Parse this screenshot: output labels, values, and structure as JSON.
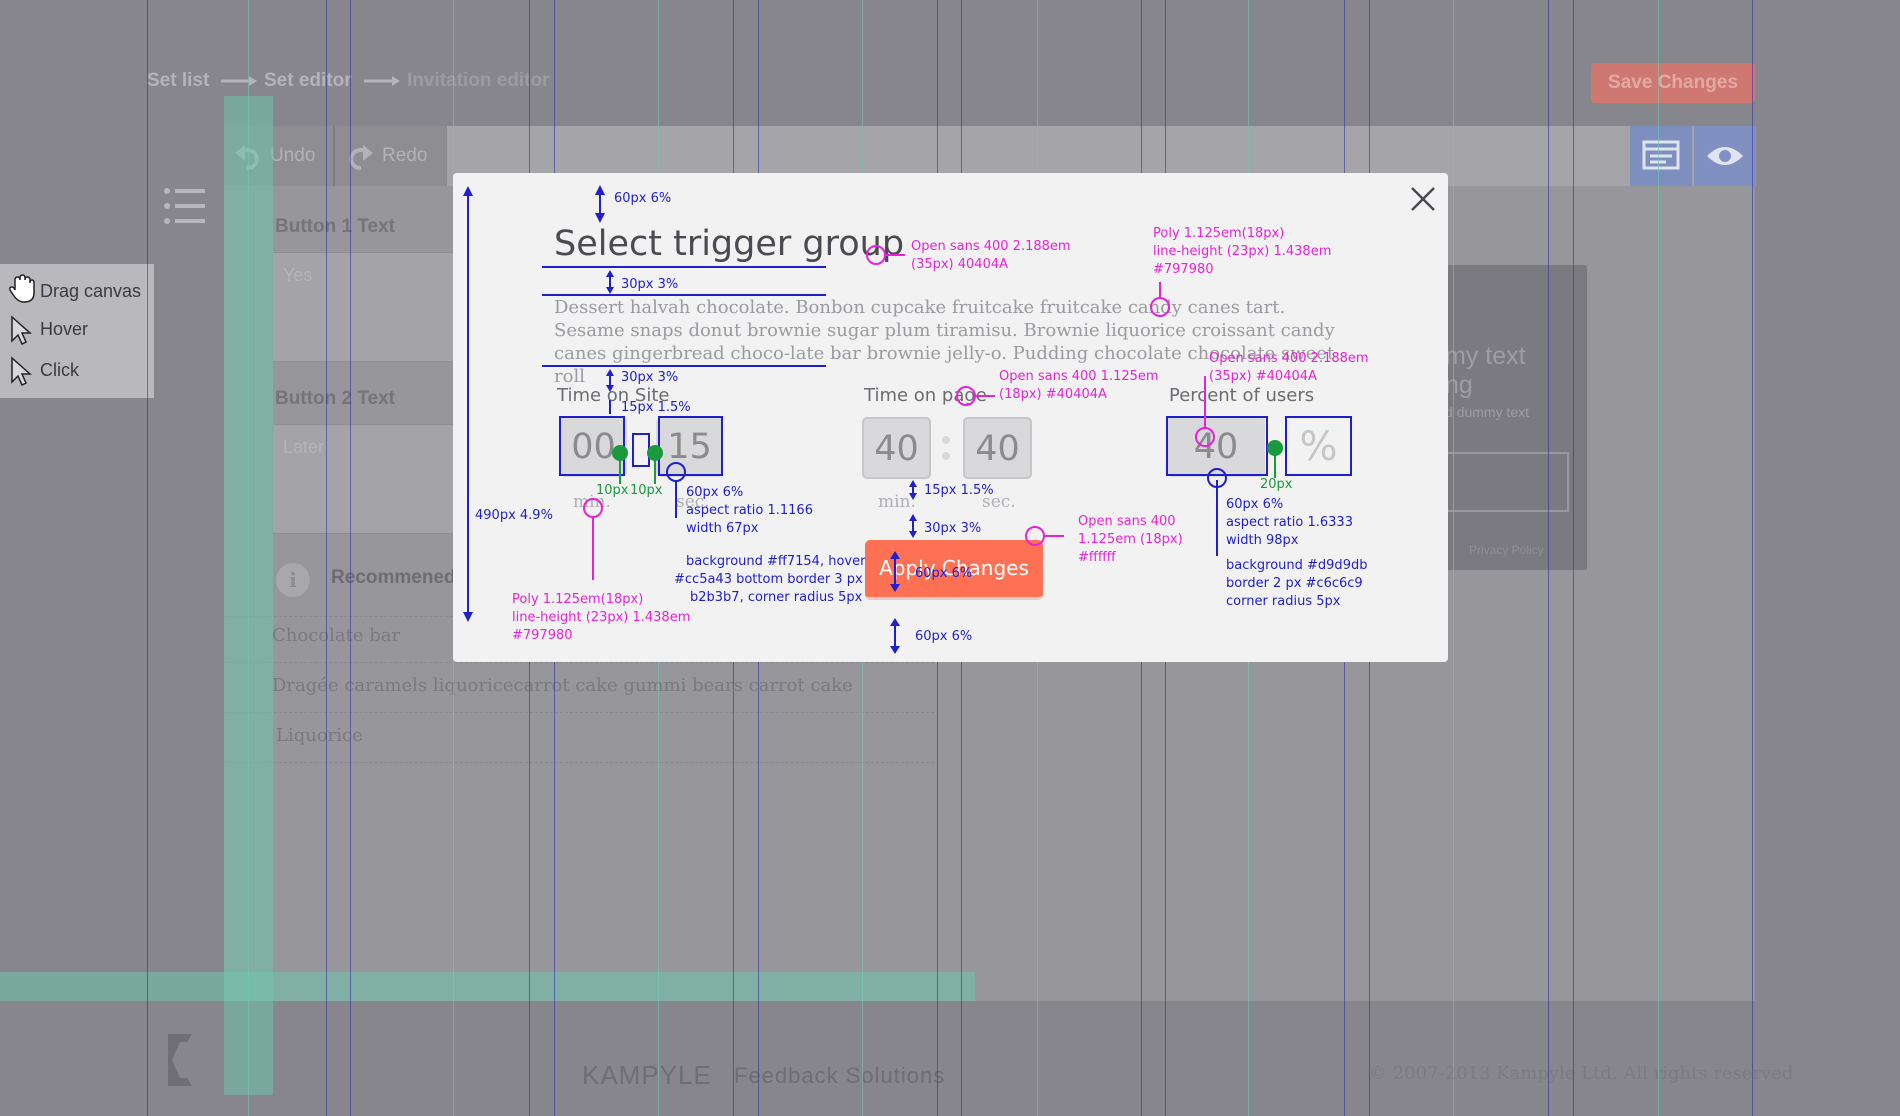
{
  "breadcrumb": {
    "step1": "Set list",
    "step2": "Set editor",
    "step3": "Invitation editor"
  },
  "header": {
    "save_label": "Save Changes"
  },
  "toolbar": {
    "undo_label": "Undo",
    "redo_label": "Redo"
  },
  "editor": {
    "button1_label": "Button 1 Text",
    "button1_placeholder": "Yes",
    "button2_label": "Button 2 Text",
    "button2_placeholder": "Later",
    "recommended_label": "Recommened",
    "list_items": [
      "Chocolate bar",
      "Dragée caramels liquoricecarrot cake gummi bears carrot cake",
      "Liquorice"
    ]
  },
  "preview": {
    "line1": "my text",
    "line2": "ng",
    "sub": "d dummy text",
    "footer": "Privacy Policy"
  },
  "palette": {
    "items": [
      "Drag canvas",
      "Hover",
      "Click"
    ]
  },
  "footer": {
    "brand": "KAMPYLE",
    "sub": "Feedback Solutions",
    "copyright": "© 2007-2013 Kampyle Ltd. All rights reserved"
  },
  "modal": {
    "title": "Select trigger group",
    "description": "Dessert halvah chocolate. Bonbon cupcake fruitcake fruitcake candy canes tart. Sesame snaps donut brownie sugar plum tiramisu. Brownie liquorice croissant candy canes gingerbread choco-late bar brownie jelly-o. Pudding chocolate chocolate sweet roll",
    "time_on_site": {
      "label": "Time on Site",
      "min_value": "00",
      "sec_value": "15",
      "min_unit": "min.",
      "sec_unit": "sec."
    },
    "time_on_page": {
      "label": "Time on page",
      "min_value": "40",
      "sec_value": "40",
      "min_unit": "min.",
      "sec_unit": "sec."
    },
    "percent_of_users": {
      "label": "Percent of users",
      "value": "40",
      "symbol": "%"
    },
    "apply_label": "Apply Changes"
  },
  "annotations": {
    "a_top": "60px 6%",
    "a_title_1": "Open sans 400 2.188em",
    "a_title_2": "(35px) 40404A",
    "a_poly_1": "Poly 1.125em(18px)",
    "a_poly_2": "line-height (23px) 1.438em",
    "a_poly_3": "#797980",
    "a_30_1": "30px 3%",
    "a_30_2": "30px 3%",
    "a_15": "15px 1.5%",
    "a_label_1": "Open sans 400 1.125em",
    "a_label_2": "(18px) #40404A",
    "a_pct_1": "Open sans 400 2.188em",
    "a_pct_2": "(35px) #40404A",
    "a_490": "490px 4.9%",
    "a_10a": "10px",
    "a_10b": "10px",
    "a_box_1": "60px 6%",
    "a_box_2": "aspect ratio 1.1166",
    "a_box_3": "width 67px",
    "a_15b": "15px 1.5%",
    "a_30b": "30px 3%",
    "a_btn_1": "Open sans 400",
    "a_btn_2": "1.125em (18px)",
    "a_btn_3": "#ffffff",
    "a_pbox_1": "60px 6%",
    "a_pbox_2": "aspect ratio 1.6333",
    "a_pbox_3": "width 98px",
    "a_20": "20px",
    "a_bg_1": "background #ff7154, hover",
    "a_bg_2": "#cc5a43 bottom  border 3 px",
    "a_bg_3": "b2b3b7, corner radius 5px",
    "a_60btn": "60px 6%",
    "a_60bottom": "60px 6%",
    "a_bg2_1": "background #d9d9db",
    "a_bg2_2": "border 2 px #c6c6c9",
    "a_bg2_3": "corner radius 5px",
    "a_unit_1": "Poly 1.125em(18px)",
    "a_unit_2": "line-height (23px) 1.438em",
    "a_unit_3": "#797980"
  }
}
